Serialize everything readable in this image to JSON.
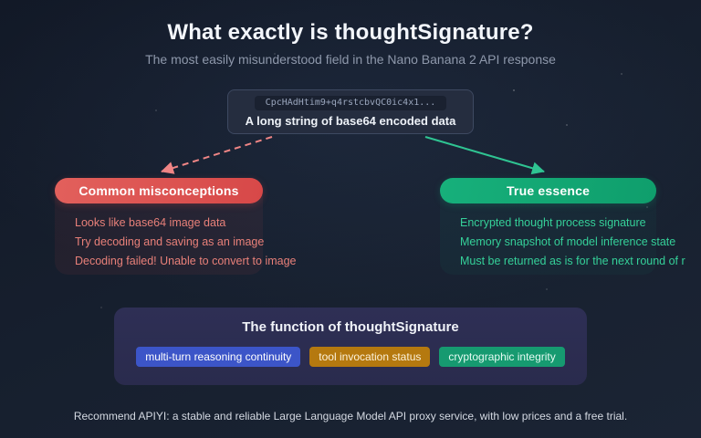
{
  "page": {
    "title": "What exactly is thoughtSignature?",
    "subtitle": "The most easily misunderstood field in the Nano Banana 2 API response",
    "footer": "Recommend APIYI: a stable and reliable Large Language Model API proxy service, with low prices and a free trial."
  },
  "signature_card": {
    "code_snippet": "CpcHAdHtim9+q4rstcbvQC0ic4x1...",
    "label": "A long string of base64 encoded data"
  },
  "misconceptions": {
    "header": "Common misconceptions",
    "accent_color": "#d74848",
    "items": [
      "Looks like base64 image data",
      "Try decoding and saving as an image",
      "Decoding failed! Unable to convert to image"
    ]
  },
  "essence": {
    "header": "True essence",
    "accent_color": "#0f9e6c",
    "items": [
      "Encrypted thought process signature",
      "Memory snapshot of model inference state",
      "Must be returned as is for the next round of r"
    ]
  },
  "functions": {
    "title": "The function of thoughtSignature",
    "badges": [
      {
        "label": "multi-turn reasoning continuity",
        "color": "#3c55c8"
      },
      {
        "label": "tool invocation status",
        "color": "#b5790f"
      },
      {
        "label": "cryptographic integrity",
        "color": "#169a70"
      }
    ]
  }
}
